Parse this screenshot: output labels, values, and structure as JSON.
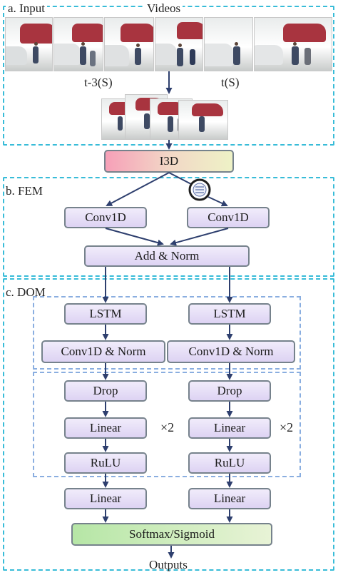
{
  "sections": {
    "input": "a. Input",
    "fem": "b. FEM",
    "dom": "c. DOM"
  },
  "labels": {
    "videos": "Videos",
    "t_start": "t-3(S)",
    "t_end": "t(S)",
    "repeat_left": "×2",
    "repeat_right": "×2",
    "outputs": "Outputs"
  },
  "blocks": {
    "i3d": "I3D",
    "fem_conv_left": "Conv1D",
    "fem_conv_right": "Conv1D",
    "add_norm": "Add & Norm",
    "lstm_left": "LSTM",
    "lstm_right": "LSTM",
    "conv_norm_left": "Conv1D & Norm",
    "conv_norm_right": "Conv1D & Norm",
    "drop_left": "Drop",
    "drop_right": "Drop",
    "linear1_left": "Linear",
    "linear1_right": "Linear",
    "relu_left": "RuLU",
    "relu_right": "RuLU",
    "linear2_left": "Linear",
    "linear2_right": "Linear",
    "softmax": "Softmax/Sigmoid"
  },
  "colors": {
    "section_border": "#38bcd8",
    "inner_border": "#8aaee0",
    "arrow": "#2e3f6e",
    "block_fill": "#e6def6",
    "i3d_fill": "#f6a0b8",
    "output_fill": "#b6e6a6"
  },
  "icons": {
    "video_frames": "video-frame-thumbnails",
    "shuffle": "shuffle-circle-icon"
  }
}
